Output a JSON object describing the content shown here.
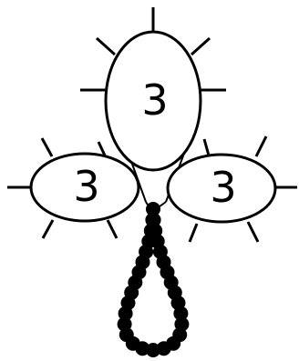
{
  "pattern": {
    "rings": [
      {
        "id": "top",
        "stitch_count": "3",
        "picots": 5
      },
      {
        "id": "left",
        "stitch_count": "3",
        "picots": 5
      },
      {
        "id": "right",
        "stitch_count": "3",
        "picots": 5
      }
    ],
    "bead_chain": {
      "beads": 30
    },
    "colors": {
      "line": "#000000",
      "ring_fill": "#ffffff",
      "bead": "#000000",
      "background": "#ffffff"
    }
  }
}
